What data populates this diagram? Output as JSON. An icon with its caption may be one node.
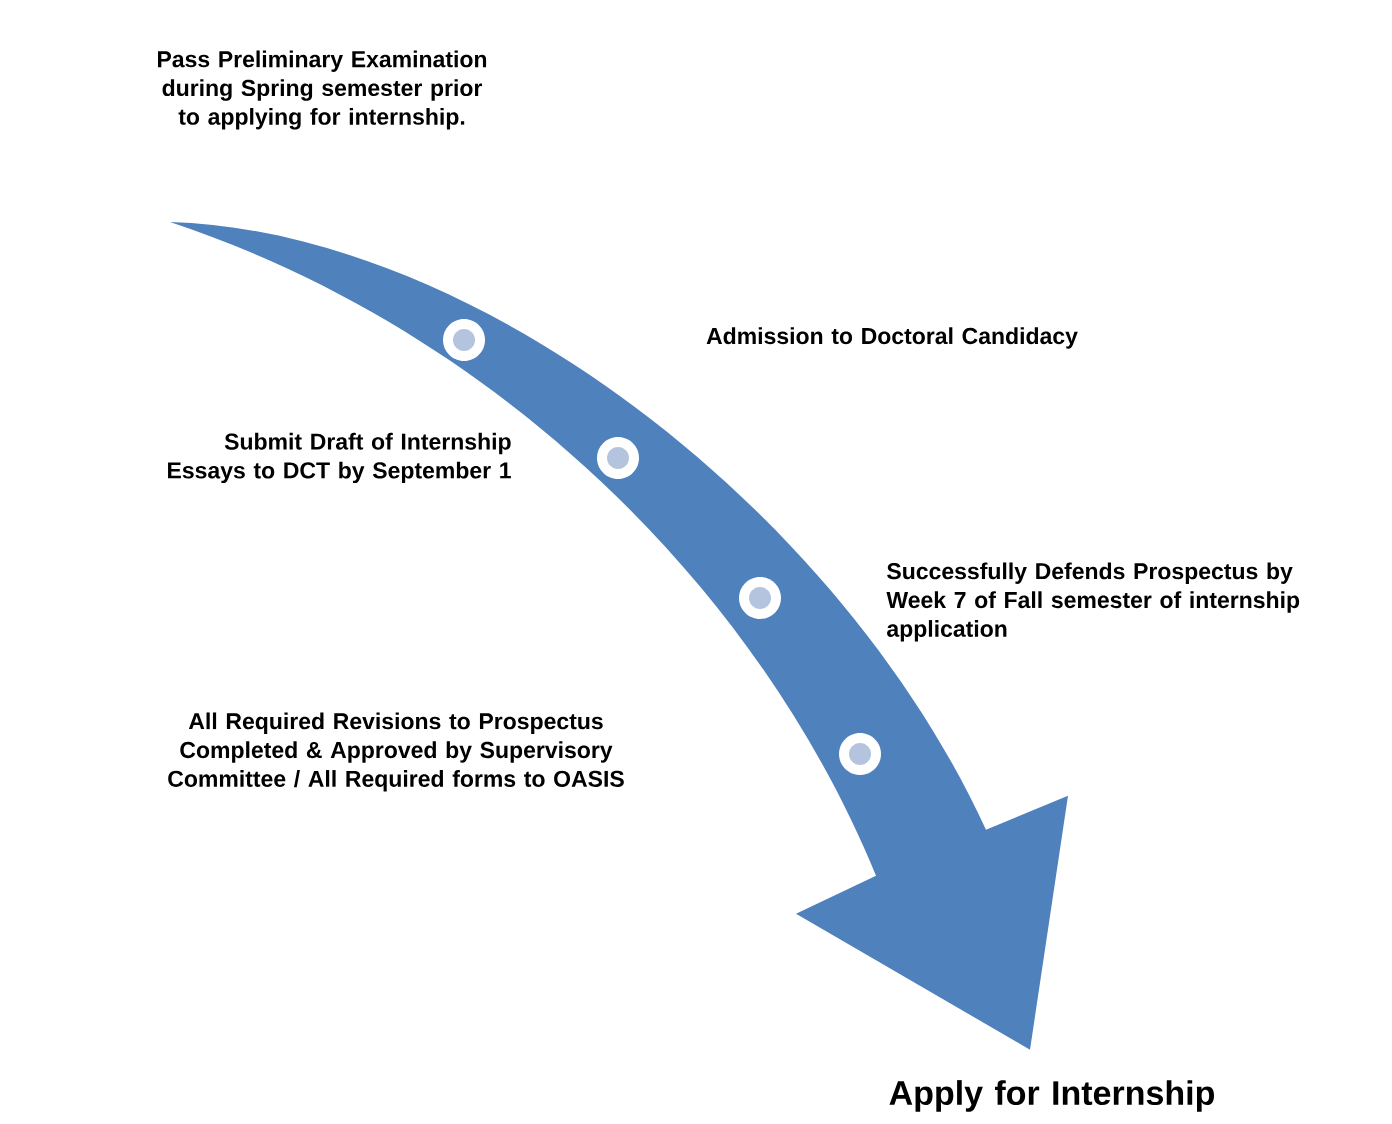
{
  "diagram": {
    "nodes": [
      {
        "text": [
          "Pass Preliminary Examination during Spring semester prior to applying for internship."
        ]
      },
      {
        "text": [
          "Apply for Internship"
        ]
      }
    ],
    "edges": [
      {
        "from": 0,
        "to": 1,
        "arrow": "to",
        "style": "thick"
      }
    ],
    "labels": [
      "Admission to Doctoral Candidacy",
      "Submit Draft of Internship Essays to DCT by September 1",
      "Successfully Defends Prospectus by Week 7 of Fall semester of internship application",
      "All Required Revisions to Prospectus Completed & Approved by Supervisory Committee / All Required forms to OASIS"
    ]
  }
}
